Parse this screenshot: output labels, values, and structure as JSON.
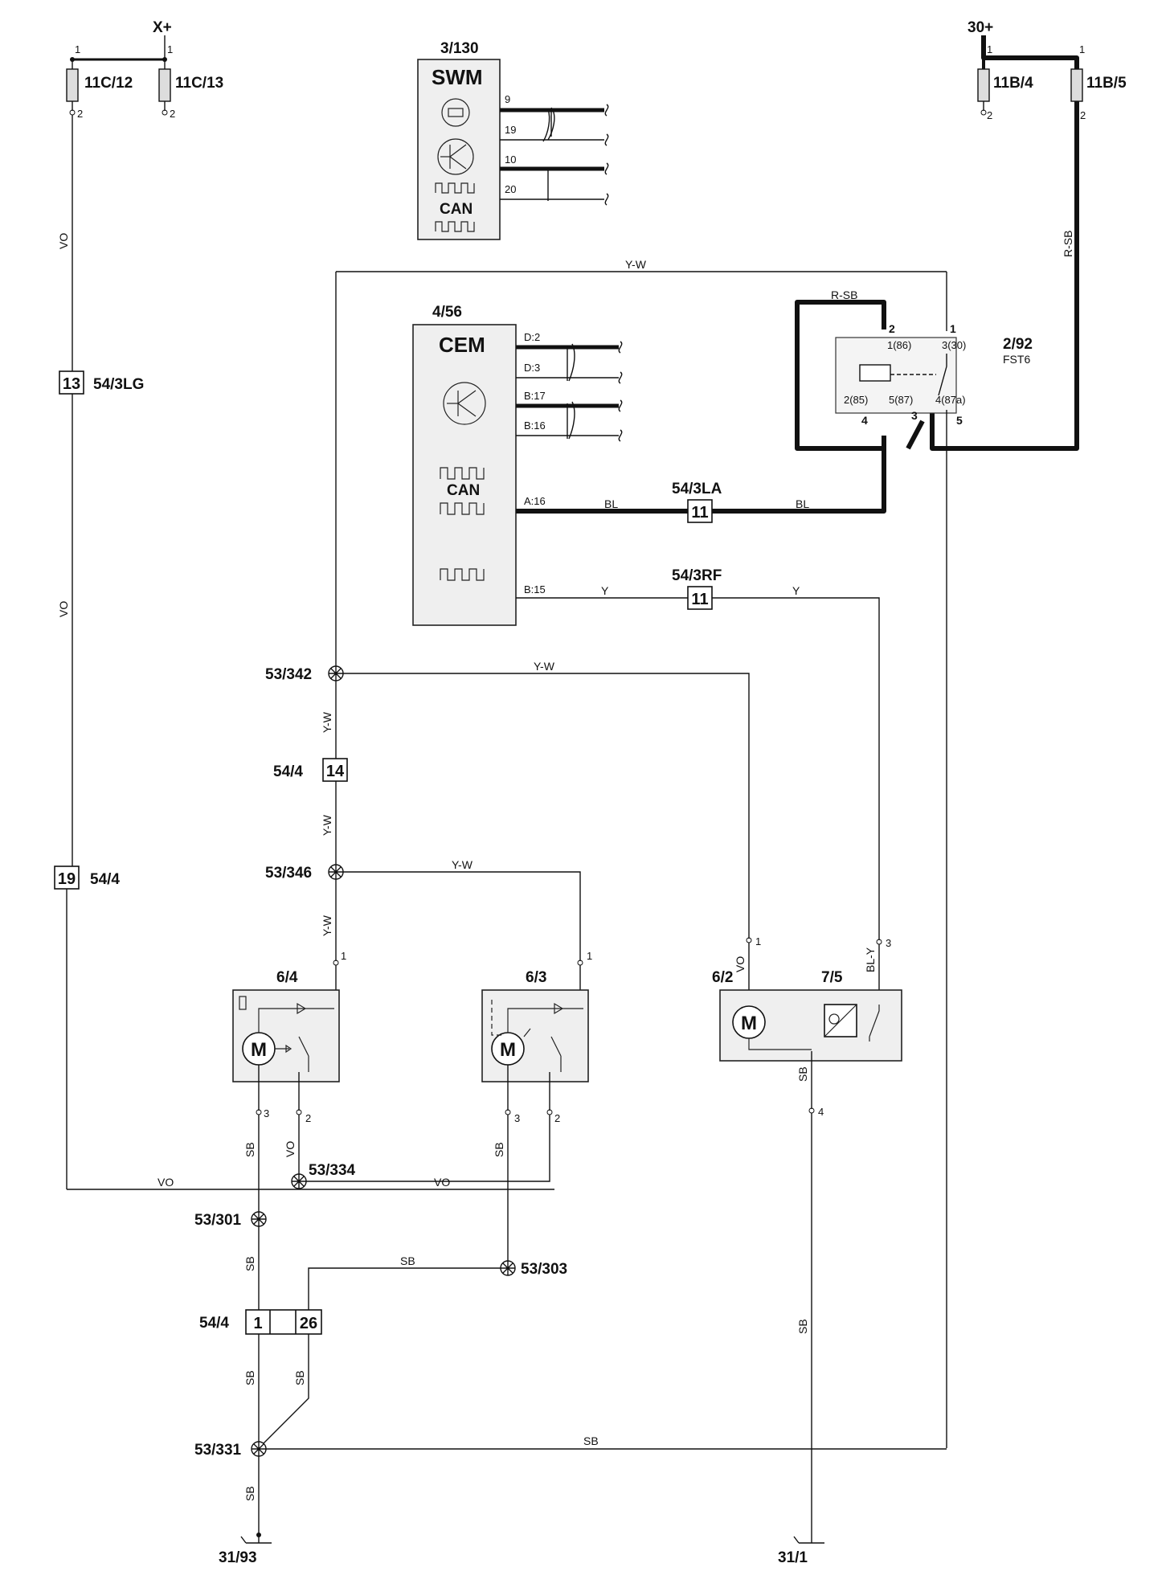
{
  "supplies": {
    "x_plus": "X+",
    "b30_plus": "30+"
  },
  "fuses": {
    "f11c12": "11C/12",
    "f11c13": "11C/13",
    "f11b4": "11B/4",
    "f11b5": "11B/5"
  },
  "components": {
    "swm": {
      "ref": "3/130",
      "name": "SWM",
      "bus": "CAN",
      "pins": [
        "9",
        "19",
        "10",
        "20"
      ]
    },
    "cem": {
      "ref": "4/56",
      "name": "CEM",
      "bus": "CAN",
      "pins": [
        "D:2",
        "D:3",
        "B:17",
        "B:16",
        "A:16",
        "B:15"
      ]
    },
    "relay": {
      "ref": "2/92",
      "name": "FST6",
      "pins_outer": [
        "2",
        "1",
        "4",
        "3",
        "5"
      ],
      "pins_inner": [
        "1(86)",
        "3(30)",
        "2(85)",
        "5(87)",
        "4(87a)"
      ]
    },
    "motor_64": {
      "ref": "6/4",
      "symbol": "M",
      "pins": [
        "1",
        "3",
        "2"
      ]
    },
    "motor_63": {
      "ref": "6/3",
      "symbol": "M",
      "pins": [
        "1",
        "3",
        "2"
      ]
    },
    "motor_62": {
      "ref": "6/2",
      "symbol": "M",
      "pin": "1"
    },
    "switch_75": {
      "ref": "7/5",
      "pins": [
        "3",
        "4"
      ]
    }
  },
  "connectors": {
    "c13_label": "54/3LG",
    "c13_pin": "13",
    "c19_label": "54/4",
    "c19_pin": "19",
    "c3la_label": "54/3LA",
    "c3la_pin": "11",
    "c3rf_label": "54/3RF",
    "c3rf_pin": "11",
    "c14_label": "54/4",
    "c14_pin": "14",
    "c126_label": "54/4",
    "c126_pin_a": "1",
    "c126_pin_b": "26"
  },
  "splices": {
    "s342": "53/342",
    "s346": "53/346",
    "s334": "53/334",
    "s301": "53/301",
    "s303": "53/303",
    "s331": "53/331"
  },
  "grounds": {
    "g3193": "31/93",
    "g311": "31/1"
  },
  "wire_colors": {
    "vo": "VO",
    "yw": "Y-W",
    "rsb": "R-SB",
    "bl": "BL",
    "y": "Y",
    "sb": "SB",
    "bly": "BL-Y"
  },
  "fuse_pins": {
    "p1": "1",
    "p2": "2"
  }
}
